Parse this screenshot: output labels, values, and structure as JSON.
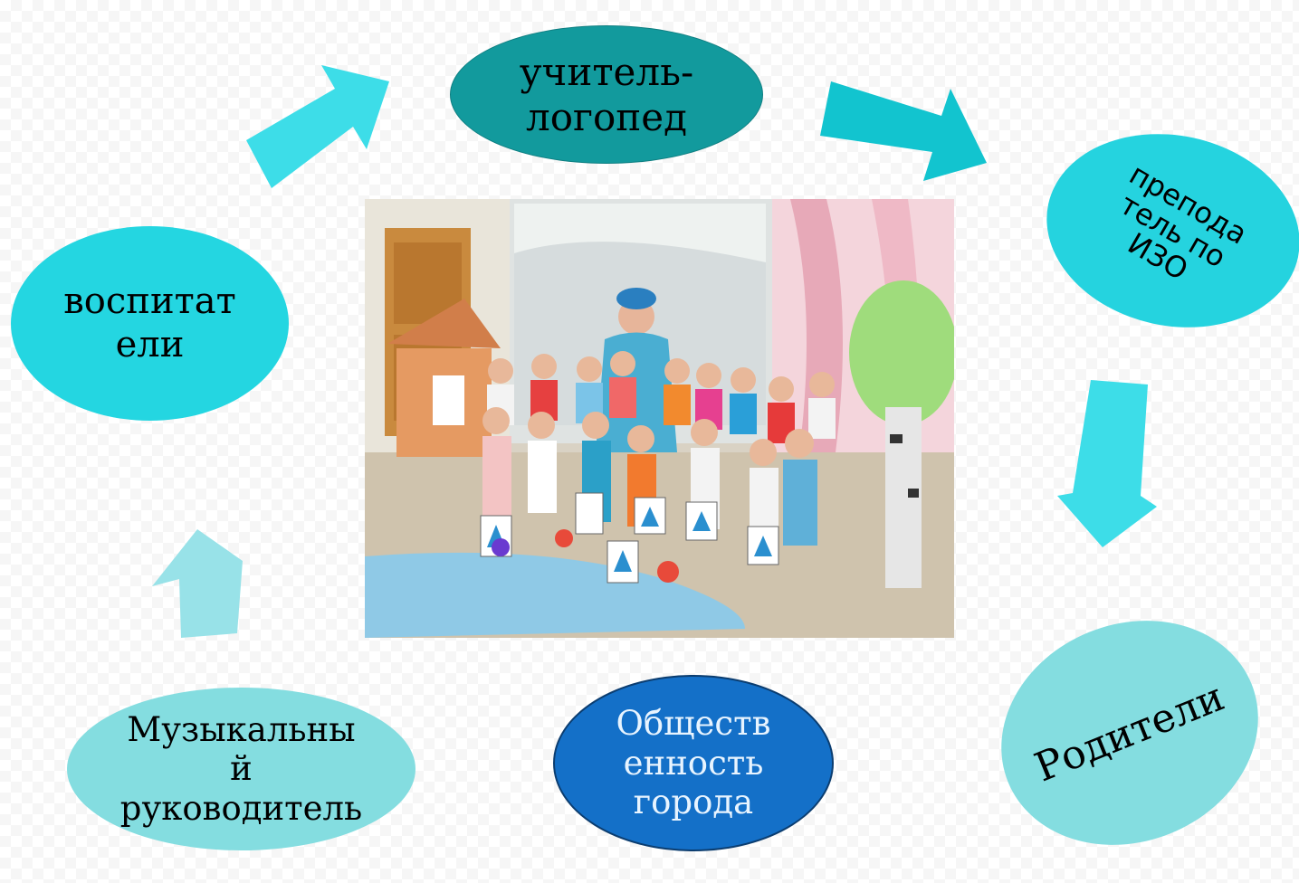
{
  "nodes": {
    "logoped": "учитель-\nлогопед",
    "izo": "препода\nтель по\nИЗО",
    "vospitateli": "воспитат\nели",
    "music": "Музыкальны\nй\nруководитель",
    "public": "Обществ\nенность\nгорода",
    "parents": "Родители"
  },
  "colors": {
    "teal_dark": "#129a9d",
    "cyan": "#25d3df",
    "light_cyan": "#84dde0",
    "blue": "#1470c8"
  },
  "photo": {
    "icon": "group-photo-children-with-teacher"
  }
}
